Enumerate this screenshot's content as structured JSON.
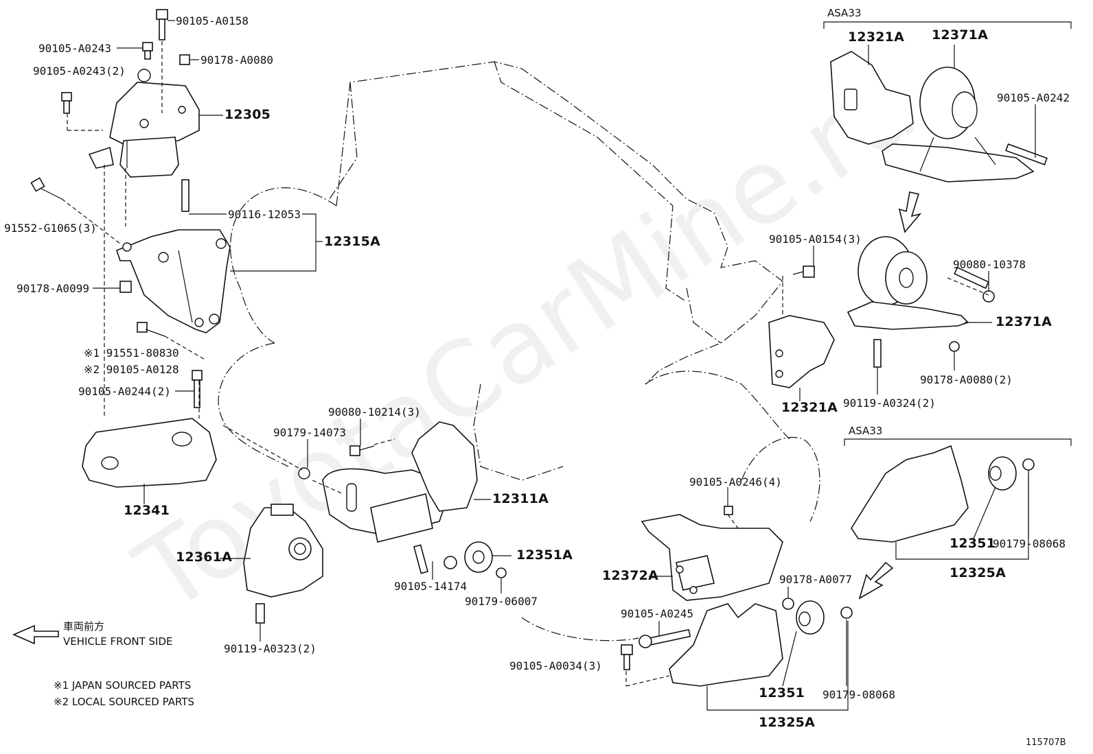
{
  "watermark": "ToyotaCarMine.ru",
  "variant_labels": {
    "top_right": "ASA33",
    "mid_right": "ASA33"
  },
  "labels": {
    "p90105_A0158": "90105-A0158",
    "p90105_A0243": "90105-A0243",
    "p90178_A0080": "90178-A0080",
    "p90105_A0243_2": "90105-A0243(2)",
    "p12305": "12305",
    "p91552_G1065_3": "91552-G1065(3)",
    "p90116_12053": "90116-12053",
    "p12315A": "12315A",
    "p90178_A0099": "90178-A0099",
    "p91551_80830": "※1 91551-80830",
    "p90105_A0128": "※2 90105-A0128",
    "p90105_A0244_2": "90105-A0244(2)",
    "p12341": "12341",
    "p90080_10214_3": "90080-10214(3)",
    "p90179_14073": "90179-14073",
    "p12311A": "12311A",
    "p12361A": "12361A",
    "p12351A": "12351A",
    "p90105_14174": "90105-14174",
    "p90179_06007": "90179-06007",
    "p90119_A0323_2": "90119-A0323(2)",
    "p12321A_top": "12321A",
    "p12371A_top": "12371A",
    "p90105_A0242": "90105-A0242",
    "p90105_A0154_3": "90105-A0154(3)",
    "p90080_10378": "90080-10378",
    "p12371A": "12371A",
    "p90178_A0080_2": "90178-A0080(2)",
    "p90119_A0324_2": "90119-A0324(2)",
    "p12321A": "12321A",
    "p90105_A0246_4": "90105-A0246(4)",
    "p12372A": "12372A",
    "p90178_A0077": "90178-A0077",
    "p90105_A0245": "90105-A0245",
    "p90105_A0034_3": "90105-A0034(3)",
    "p12351_bottom": "12351",
    "p90179_08068_bottom": "90179-08068",
    "p12325A_bottom": "12325A",
    "p12351_right": "12351",
    "p90179_08068_right": "90179-08068",
    "p12325A_right": "12325A"
  },
  "front_side": {
    "jp": "車両前方",
    "en": "VEHICLE FRONT SIDE"
  },
  "notes": {
    "n1": "※1 JAPAN SOURCED PARTS",
    "n2": "※2 LOCAL SOURCED PARTS"
  },
  "figure_id": "115707B"
}
